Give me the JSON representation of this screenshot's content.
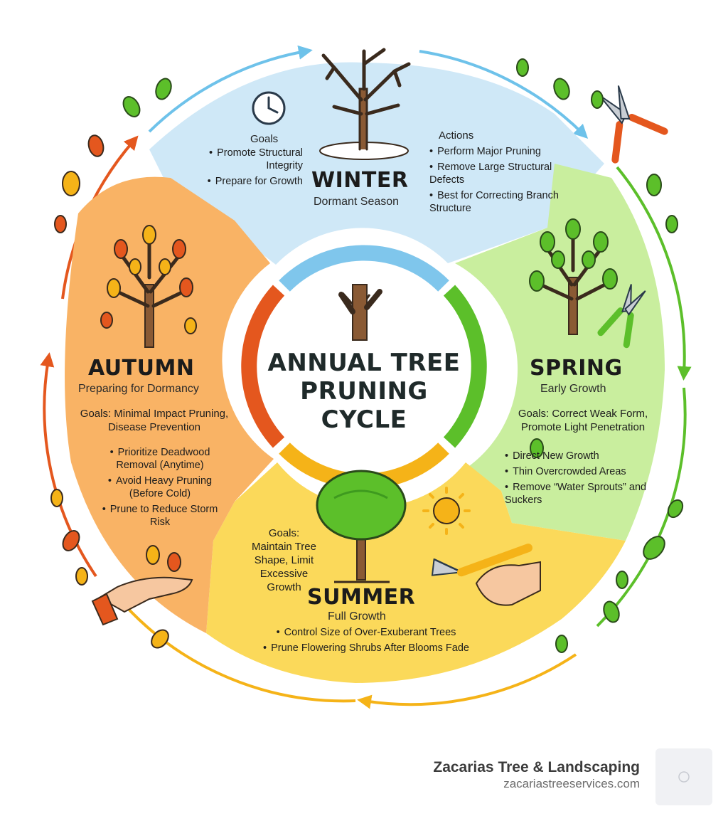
{
  "center": {
    "title_lines": [
      "ANNUAL TREE",
      "PRUNING",
      "CYCLE"
    ]
  },
  "seasons": {
    "winter": {
      "title": "WINTER",
      "subtitle": "Dormant Season",
      "goals_heading": "Goals",
      "goals": [
        "Promote Structural Integrity",
        "Prepare for Growth"
      ],
      "actions_heading": "Actions",
      "actions": [
        "Perform Major Pruning",
        "Remove Large Structural Defects",
        "Best for Correcting Branch Structure"
      ],
      "color": "#cfe8f7"
    },
    "spring": {
      "title": "SPRING",
      "subtitle": "Early Growth",
      "goals_text": "Goals: Correct Weak Form, Promote Light Penetration",
      "actions": [
        "Direct New Growth",
        "Thin Overcrowded Areas",
        "Remove “Water Sprouts” and Suckers"
      ],
      "color": "#c9ee9e"
    },
    "summer": {
      "title": "SUMMER",
      "subtitle": "Full Growth",
      "goals_text": "Goals: Maintain Tree Shape, Limit Excessive Growth",
      "actions": [
        "Control Size of Over-Exuberant Trees",
        "Prune Flowering Shrubs After Blooms Fade"
      ],
      "color": "#fbd95a"
    },
    "autumn": {
      "title": "AUTUMN",
      "subtitle": "Preparing for Dormancy",
      "goals_text": "Goals: Minimal Impact Pruning, Disease Prevention",
      "actions": [
        "Prioritize Deadwood Removal (Anytime)",
        "Avoid Heavy Pruning (Before Cold)",
        "Prune to Reduce Storm Risk"
      ],
      "color": "#f9b365"
    }
  },
  "footer": {
    "company": "Zacarias Tree & Landscaping",
    "url": "zacariastreeservices.com"
  },
  "icons": [
    "clock-icon",
    "bare-tree-icon",
    "leafy-tree-icon",
    "autumn-tree-icon",
    "summer-tree-icon",
    "sun-icon",
    "pruning-shears-icon",
    "hand-icon",
    "leaf-icon",
    "arrow-icon",
    "trunk-icon"
  ],
  "colors": {
    "winter_ring": "#7fc6ec",
    "spring_ring": "#5cbf2a",
    "summer_ring": "#f5b318",
    "autumn_ring": "#e4571e",
    "trunk": "#8a5a34"
  }
}
